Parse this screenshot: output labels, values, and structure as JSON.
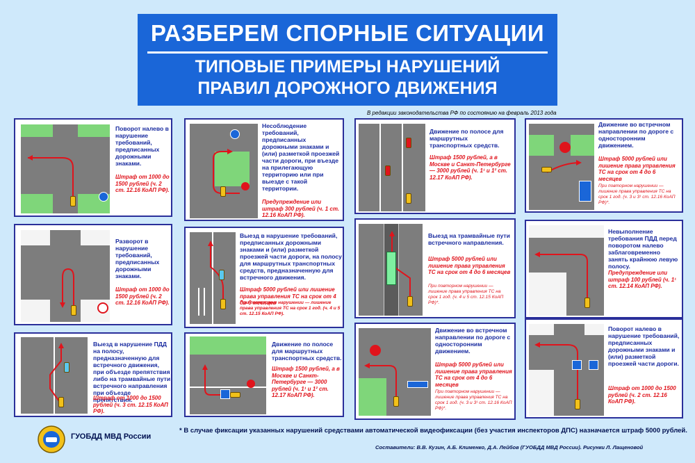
{
  "header": {
    "title": "РАЗБЕРЕМ СПОРНЫЕ СИТУАЦИИ",
    "subtitle_line1": "ТИПОВЫЕ ПРИМЕРЫ НАРУШЕНИЙ",
    "subtitle_line2": "ПРАВИЛ ДОРОЖНОГО ДВИЖЕНИЯ"
  },
  "edition_note": "В редакции законодательства РФ по состоянию на февраль 2013 года",
  "panels": [
    {
      "desc": "Поворот налево в нарушение требований, предписанных дорожными знаками.",
      "fine": "Штраф от 1000 до 1500 рублей (ч. 2 ст. 12.16 КоАП РФ).",
      "note": ""
    },
    {
      "desc": "Разворот в нарушение требований, предписанных дорожными знаками.",
      "fine": "Штраф от 1000 до 1500 рублей (ч. 2 ст. 12.16 КоАП РФ).",
      "note": ""
    },
    {
      "desc": "Выезд в нарушение ПДД на полосу, предназначенную для встречного движения, при объезде препятствия либо на трамвайные пути встречного направления при объезде препятствия.",
      "fine": "Штраф от 1000 до 1500 рублей (ч. 3 ст. 12.15 КоАП РФ).",
      "note": ""
    },
    {
      "desc": "Несоблюдение требований, предписанных дорожными знаками и (или) разметкой проезжей части дороги, при въезде на прилегающую территорию или при выезде с такой территории.",
      "fine": "Предупреждение или штраф 300 рублей (ч. 1 ст. 12.16 КоАП РФ).",
      "note": ""
    },
    {
      "desc": "Выезд в нарушение требований, предписанных дорожными знаками и (или) разметкой проезжей части дороги, на полосу для маршрутных транспортных средств, предназначенную для встречного движения.",
      "fine": "Штраф 5000 рублей или лишение права управления ТС на срок от 4 до 6 месяцев",
      "note": "При повторном нарушении — лишение права управления ТС на срок 1 год. (ч. 4 и 5 ст. 12.15 КоАП РФ)."
    },
    {
      "desc": "Движение по полосе для маршрутных транспортных средств.",
      "fine": "Штраф 1500 рублей, а в Москве и Санкт-Петербурге — 3000 рублей (ч. 1¹ и 1² ст. 12.17 КоАП РФ).",
      "note": ""
    },
    {
      "desc": "Движение по полосе для маршрутных транспортных средств.",
      "fine": "Штраф 1500 рублей, а в Москве и Санкт-Петербурге — 3000 рублей (ч. 1¹ и 1² ст. 12.17 КоАП РФ).",
      "note": ""
    },
    {
      "desc": "Выезд на трамвайные пути встречного направления.",
      "fine": "Штраф 5000 рублей или лишение права управления ТС на срок от 4 до 6 месяцев",
      "note": "При повторном нарушении — лишение права управления ТС на срок 1 год. (ч. 4 и 5 ст. 12.15 КоАП РФ)*."
    },
    {
      "desc": "Движение во встречном направлении по дороге с односторонним движением.",
      "fine": "Штраф 5000 рублей или лишение права управления ТС на срок от 4 до 6 месяцев",
      "note": "При повторном нарушении — лишение права управления ТС на срок 1 год. (ч. 3 и 3¹ ст. 12.16 КоАП РФ)*."
    },
    {
      "desc": "Движение во встречном направлении по дороге с односторонним движением.",
      "fine": "Штраф 5000 рублей или лишение права управления ТС на срок от 4 до 6 месяцев",
      "note": "При повторном нарушении — лишение права управления ТС на срок 1 год. (ч. 3 и 3¹ ст. 12.16 КоАП РФ)*."
    },
    {
      "desc": "Невыполнение требования ПДД перед поворотом налево заблаговременно занять крайнюю левую полосу.",
      "fine": "Предупреждение или штраф 100 рублей (ч. 1¹ ст. 12.14 КоАП РФ).",
      "note": ""
    },
    {
      "desc": "Поворот налево в нарушение требований, предписанных дорожными знаками и (или) разметкой проезжей части дороги.",
      "fine": "Штраф от 1000 до 1500 рублей (ч. 2 ст. 12.16 КоАП РФ).",
      "note": ""
    }
  ],
  "footnote": "* В случае фиксации указанных нарушений средствами автоматической видеофиксации (без участия инспекторов ДПС) назначается штраф 5000 рублей.",
  "organization": "ГУОБДД МВД России",
  "authors": "Составители: В.В. Кузин, А.Б. Клименко, Д.А. Лейбов (ГУОБДД МВД России). Рисунки Л. Лащеновой",
  "colors": {
    "background": "#cfe9fb",
    "header": "#1a66d8",
    "panel_border": "#2a2f9a",
    "description_text": "#1a2ca0",
    "fine_text": "#e0141c",
    "road": "#7d7d7d",
    "grass": "#7fd67a"
  },
  "icons": [
    "no-left-turn-sign",
    "no-u-turn-sign",
    "no-entry-sign",
    "one-way-sign",
    "bus-lane-sign",
    "traffic-light-icon"
  ]
}
